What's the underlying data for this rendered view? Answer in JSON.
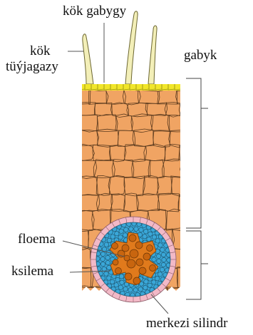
{
  "labels": {
    "root_hair_title": "kök gabygy",
    "root_hair_line1": "kök",
    "root_hair_line2": "tüýjagazy",
    "bark": "gabyk",
    "phloem": "floema",
    "xylem": "ksilema",
    "central_cylinder": "merkezi silindr"
  },
  "colors": {
    "cortex": "#f0a463",
    "cortex_line": "#5a3a1e",
    "epidermis": "#f1e62a",
    "root_hair": "#f3efb8",
    "pericycle": "#f2b9c7",
    "phloem_ring": "#3aa7d8",
    "xylem": "#e07a1c",
    "xylem_dark": "#a8560e"
  }
}
